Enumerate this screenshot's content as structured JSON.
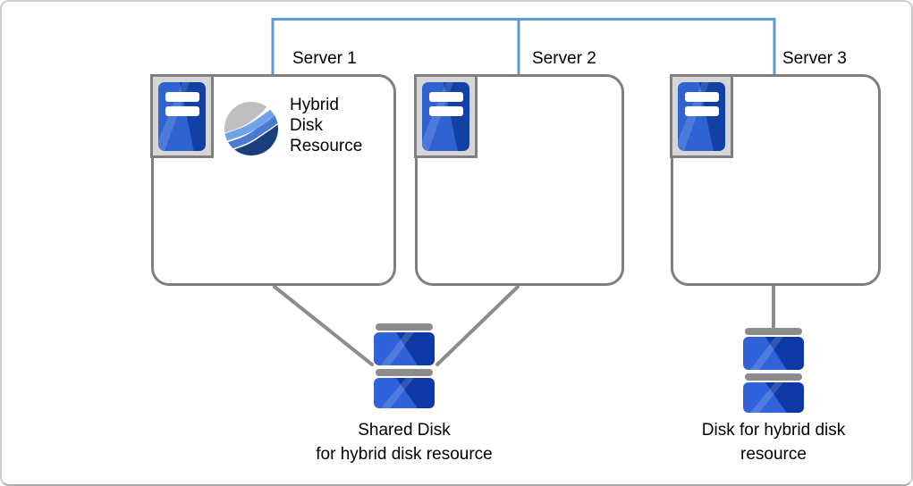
{
  "servers": [
    {
      "label": "Server 1",
      "resource": "Hybrid\nDisk\nResource"
    },
    {
      "label": "Server 2"
    },
    {
      "label": "Server 3"
    }
  ],
  "disks": [
    {
      "label": "Shared Disk\nfor hybrid disk resource"
    },
    {
      "label": "Disk for hybrid disk\nresource"
    }
  ],
  "icons": {
    "server_icon": "server-tower-icon",
    "resource_icon": "hybrid-disk-resource-globe-icon",
    "disk_icon": "stacked-disk-icon"
  },
  "colors": {
    "interconnect_blue": "#5B9BD5",
    "connector_gray": "#8C8C8C",
    "box_border_gray": "#7F7F7F",
    "icon_frame_gray": "#D6D6D6",
    "server_blue_light": "#3063D2",
    "server_blue_dark": "#1240A5",
    "disk_blue_light": "#3063D9",
    "disk_blue_dark": "#0D38A6",
    "disk_cap_gray": "#8C8C8C",
    "wave_gray": "#BFBFBF",
    "wave_light_blue": "#6FA3EA",
    "wave_mid_blue": "#4A7BD0",
    "wave_dark_blue": "#1B3F7E"
  }
}
